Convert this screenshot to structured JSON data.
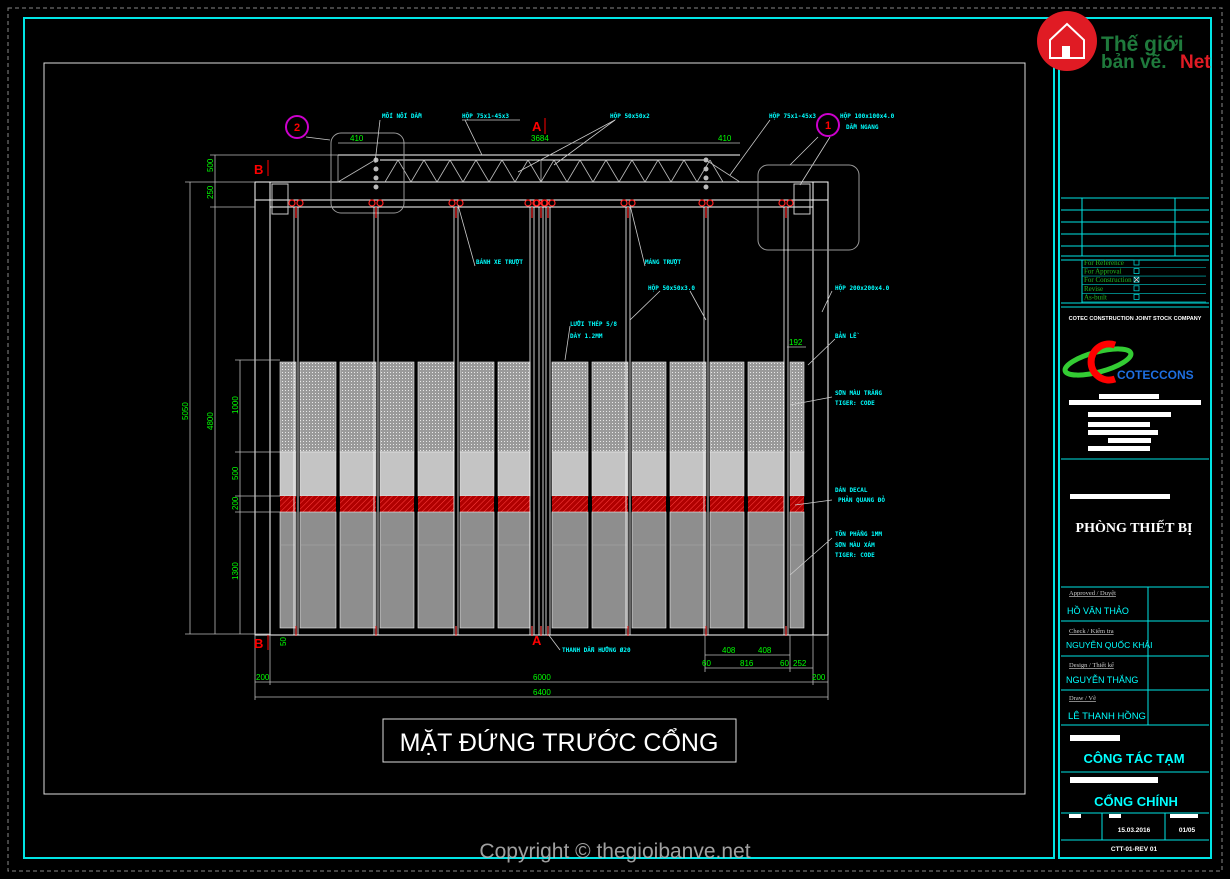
{
  "drawing": {
    "title": "MẶT ĐỨNG TRƯỚC CỔNG",
    "section_marks": {
      "a_top": "A",
      "a_bottom": "A",
      "b_top": "B",
      "b_bottom": "B"
    },
    "callouts": {
      "detail_1": "1",
      "detail_2": "2"
    },
    "annotations": {
      "moi_noi_dam": "MỐI NỐI DẦM",
      "hop_top_chord": "HỘP 75x1-45x3",
      "hop_diag": "HỘP 50x50x2",
      "hop_right": "HỘP 75x1-45x3",
      "hop_beam": "HỘP 100x100x4.0",
      "dam_ngang": "DẦM NGANG",
      "banh_xe": "BÁNH XE TRƯỢT",
      "mang_truot": "MÁNG TRƯỢT",
      "hop_post": "HỘP 50x50x3.0",
      "luoi_thep": "LƯỚI THÉP 5/8",
      "day": "DÀY 1.2MM",
      "hop_column": "HỘP 200x200x4.0",
      "ban_le": "BẢN LỀ",
      "son_trang": "SƠN MÀU TRẮNG",
      "tiger_1": "TIGER: CODE",
      "dan_decal": "DÁN DECAL",
      "phan_quang": "PHẢN QUANG ĐỎ",
      "ton_phang": "TÔN PHẲNG 1MM",
      "son_xam": "SƠN MÀU XÁM",
      "tiger_2": "TIGER: CODE",
      "thanh_dan": "THANH DẪN HƯỚNG Ø20"
    },
    "dimensions": {
      "top_left": "410",
      "top_mid": "3684",
      "top_right": "410",
      "v500_top": "500",
      "v250": "250",
      "v5050": "5050",
      "v4800": "4800",
      "v1000": "1000",
      "v500": "500",
      "v200": "200",
      "v1300": "1300",
      "w192": "192",
      "b50": "50",
      "b408a": "408",
      "b408b": "408",
      "b60a": "60",
      "b816": "816",
      "b60b": "60",
      "b252": "252",
      "b200l": "200",
      "b6000": "6000",
      "b200r": "200",
      "b6400": "6400"
    }
  },
  "title_block": {
    "status": [
      {
        "label": "For Reference",
        "checked": false
      },
      {
        "label": "For Approval",
        "checked": false
      },
      {
        "label": "For Construction",
        "checked": true
      },
      {
        "label": "Revise",
        "checked": false
      },
      {
        "label": "As-built",
        "checked": false
      }
    ],
    "company": "COTEC CONSTRUCTION JOINT STOCK COMPANY",
    "logo_text": "COTECCONS",
    "project": "PHÒNG THIẾT BỊ",
    "approved_label": "Approved / Duyệt",
    "approved_name": "HỒ VĂN THẢO",
    "check_label": "Check / Kiểm tra",
    "check_name": "NGUYỄN QUỐC KHẢI",
    "design_label": "Design / Thiết kế",
    "design_name": "NGUYỄN THẮNG",
    "draw_label": "Draw / Vẽ",
    "draw_name": "LÊ THANH HỒNG",
    "category": "CÔNG TÁC TẠM",
    "sheet_title": "CỔNG CHÍNH",
    "date": "15.03.2016",
    "sheet_no": "01/05",
    "drawing_no": "CTT-01-REV 01"
  },
  "watermark": {
    "logo_line1": "Thế giới",
    "logo_line2": "bản vẽ.",
    "logo_net": "Net",
    "copyright": "Copyright © thegioibanve.net"
  },
  "colors": {
    "frame": "#00e5e5",
    "dim": "#00ff00",
    "text": "#00ffff",
    "section": "#ff0000",
    "decal": "#b00000"
  }
}
